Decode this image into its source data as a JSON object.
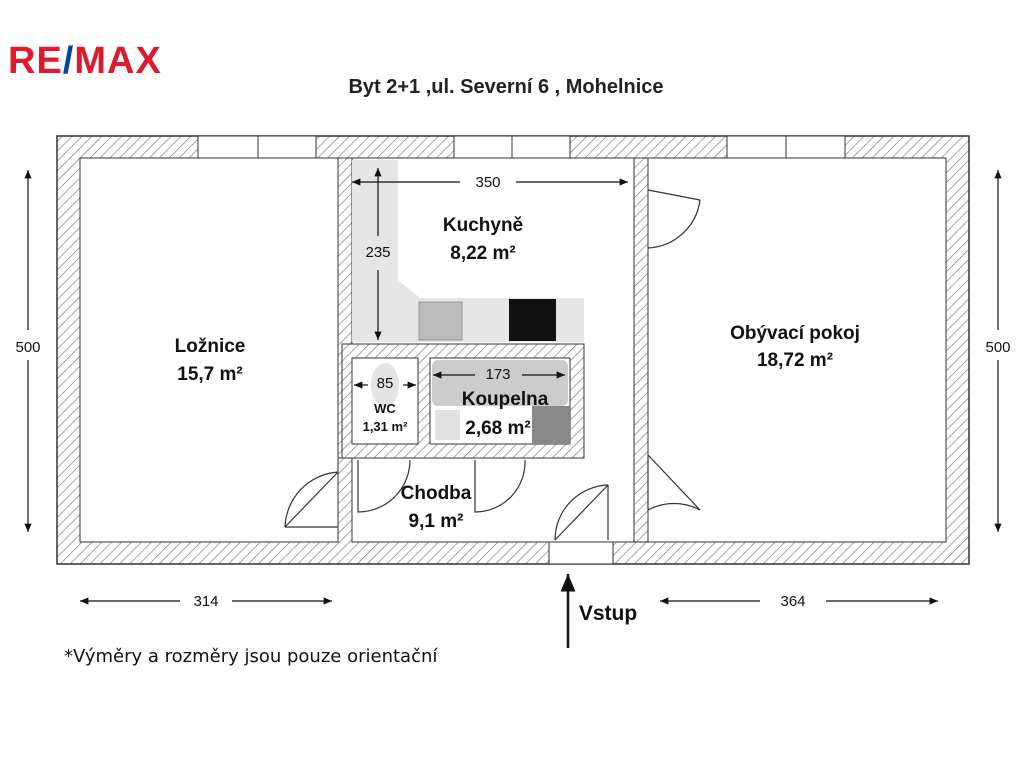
{
  "logo": {
    "text": "RE/MAX",
    "left": "RE",
    "slash": "/",
    "right": "MAX"
  },
  "title": "Byt 2+1 ,ul. Severní 6 , Mohelnice",
  "rooms": {
    "loznice": {
      "name": "Ložnice",
      "area": "15,7 m²"
    },
    "kuchyne": {
      "name": "Kuchyně",
      "area": "8,22 m²"
    },
    "obyvaci": {
      "name": "Obývací pokoj",
      "area": "18,72 m²"
    },
    "wc": {
      "name": "WC",
      "area": "1,31 m²"
    },
    "koupelna": {
      "name": "Koupelna",
      "area": "2,68 m²"
    },
    "chodba": {
      "name": "Chodba",
      "area": "9,1 m²"
    }
  },
  "dimensions": {
    "kitchen_width": "350",
    "kitchen_depth": "235",
    "wc_width": "85",
    "bath_width": "173",
    "left_height": "500",
    "right_height": "500",
    "left_width": "314",
    "right_width": "364"
  },
  "entrance": "Vstup",
  "note": "*Výměry a rozměry jsou pouze orientační",
  "colors": {
    "brand_red": "#dc1c2e",
    "brand_blue": "#0043a4"
  }
}
